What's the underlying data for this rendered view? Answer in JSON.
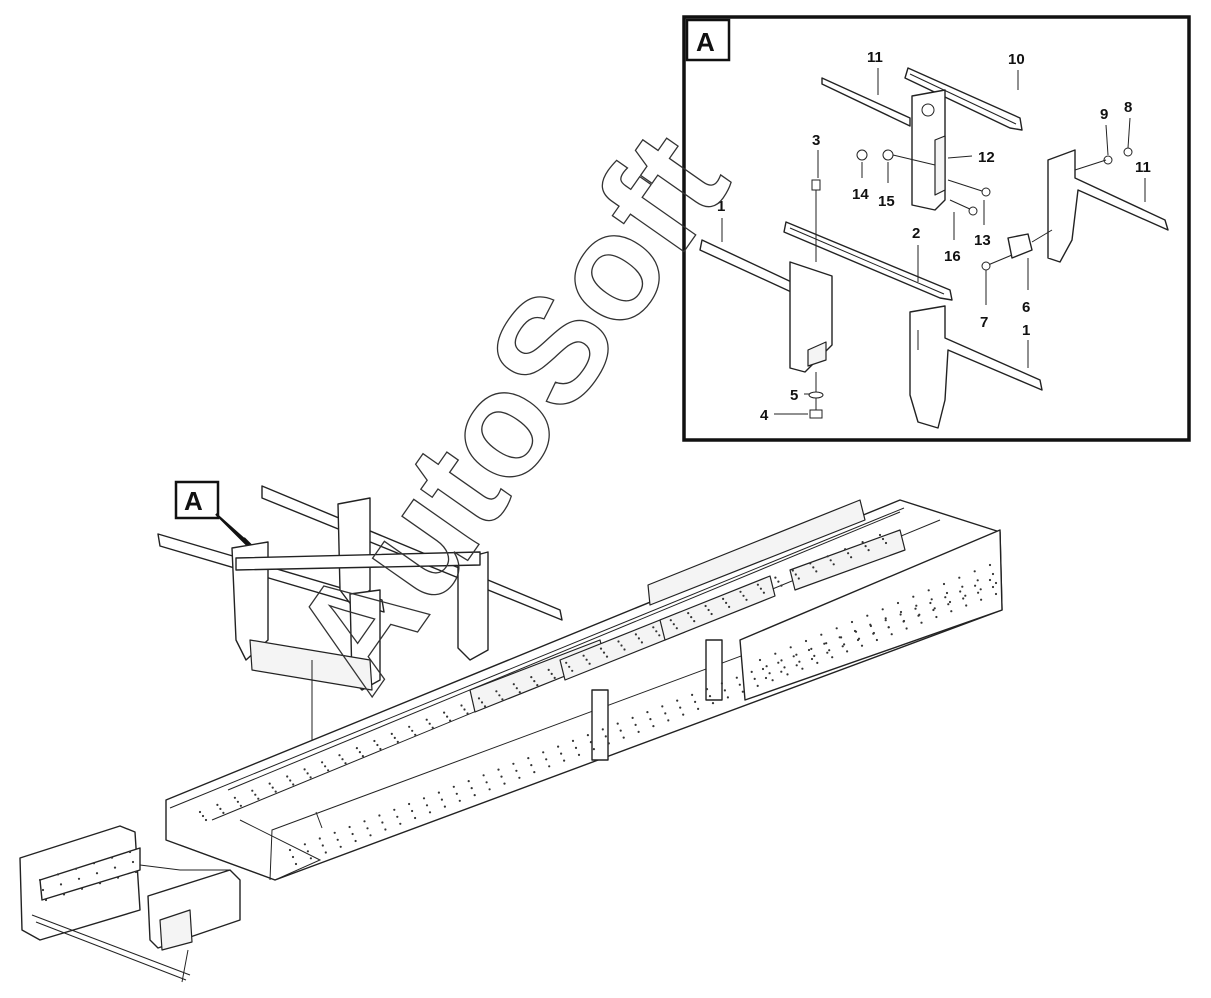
{
  "detail_box": {
    "label": "A",
    "callouts": [
      {
        "id": "c1",
        "text": "1"
      },
      {
        "id": "c2",
        "text": "2"
      },
      {
        "id": "c3",
        "text": "3"
      },
      {
        "id": "c4",
        "text": "4"
      },
      {
        "id": "c5",
        "text": "5"
      },
      {
        "id": "c6",
        "text": "6"
      },
      {
        "id": "c7",
        "text": "7"
      },
      {
        "id": "c8",
        "text": "8"
      },
      {
        "id": "c9",
        "text": "9"
      },
      {
        "id": "c10",
        "text": "10"
      },
      {
        "id": "c11",
        "text": "11"
      },
      {
        "id": "c11b",
        "text": "11"
      },
      {
        "id": "c12",
        "text": "12"
      },
      {
        "id": "c13",
        "text": "13"
      },
      {
        "id": "c14",
        "text": "14"
      },
      {
        "id": "c15",
        "text": "15"
      },
      {
        "id": "c16",
        "text": "16"
      },
      {
        "id": "c1b",
        "text": "1"
      }
    ]
  },
  "main_view": {
    "label": "A"
  },
  "watermark": "AutoSoft"
}
